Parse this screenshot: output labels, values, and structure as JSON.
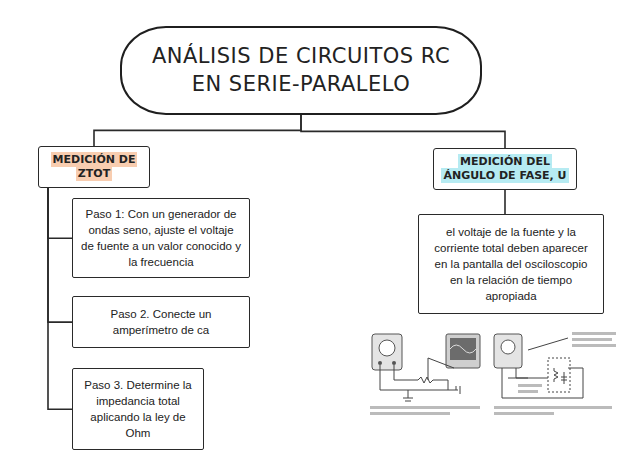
{
  "diagram": {
    "nodes": [
      {
        "text": [
          "ANÁLISIS DE CIRCUITOS RC EN SERIE-PARALELO"
        ]
      },
      {
        "text": [
          "MEDICIÓN DE ZTOT"
        ]
      },
      {
        "text": [
          "Paso 1: Con un generador de ondas seno, ajuste el voltaje de fuente a un valor conocido y la frecuencia"
        ]
      },
      {
        "text": [
          "Paso 2. Conecte un amperímetro de ca"
        ]
      },
      {
        "text": [
          "Paso 3. Determine la impedancia total aplicando la ley de Ohm"
        ]
      },
      {
        "text": [
          "MEDICIÓN DEL ÁNGULO DE FASE, U"
        ]
      },
      {
        "text": [
          "el voltaje de la fuente y la corriente total deben aparecer en la pantalla del osciloscopio en la relación de tiempo apropiada"
        ]
      }
    ],
    "edges": [
      {
        "from": 0,
        "to": 1,
        "arrow": "none"
      },
      {
        "from": 0,
        "to": 5,
        "arrow": "none"
      },
      {
        "from": 1,
        "to": 2,
        "arrow": "none"
      },
      {
        "from": 1,
        "to": 3,
        "arrow": "none"
      },
      {
        "from": 1,
        "to": 4,
        "arrow": "none"
      },
      {
        "from": 5,
        "to": 6,
        "arrow": "none"
      }
    ]
  }
}
